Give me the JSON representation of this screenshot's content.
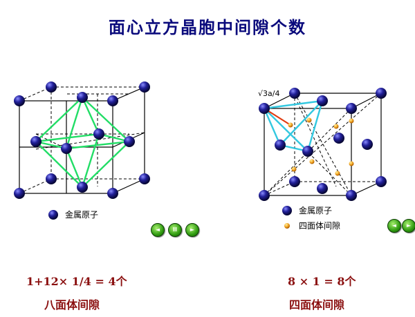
{
  "title": "面心立方晶胞中间隙个数",
  "left_panel": {
    "legend_atom": "金属原子",
    "formula": "1+12× 1/4 = 4个",
    "caption": "八面体间隙"
  },
  "right_panel": {
    "edge_label": "√3a/4",
    "legend_atom": "金属原子",
    "legend_void": "四面体间隙",
    "formula": "8 × 1 = 8个",
    "caption": "四面体间隙"
  },
  "buttons": {
    "prev": "◄",
    "pause": "II",
    "next": "►"
  },
  "colors": {
    "title": "#0a0a7c",
    "atom": "#16127a",
    "octahedron": "#22dd66",
    "tetrahedron": "#33c8e0",
    "edge_red": "#e03a10",
    "void": "#f0a020",
    "formula": "#8b1010",
    "button": "#3aa61a"
  }
}
